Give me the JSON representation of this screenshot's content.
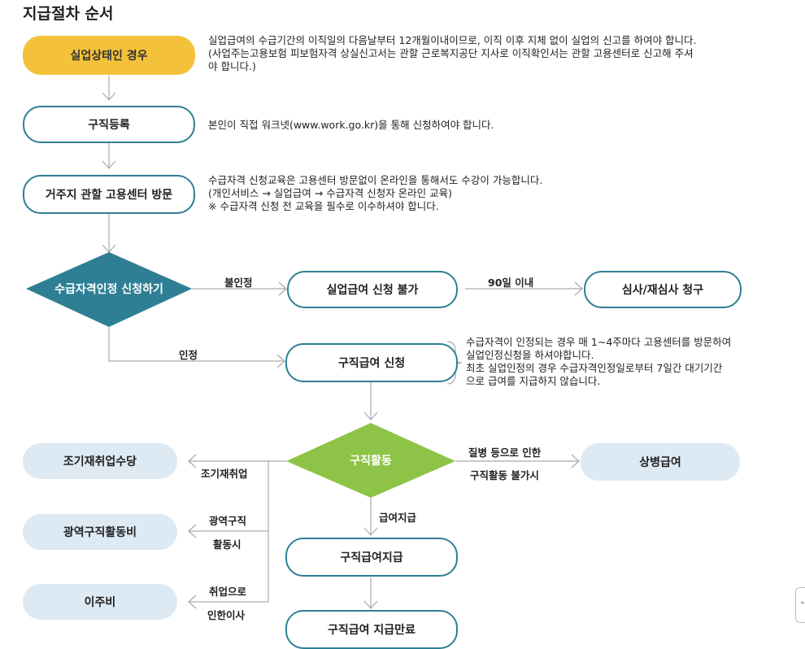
{
  "title": "지급절차 순서",
  "steps": {
    "unemployed": "실업상태인 경우",
    "register": "구직등록",
    "visit": "거주지 관할 고용센터 방문",
    "apply": "수급자격인정 신청하기",
    "notEligible": "실업급여 신청 불가",
    "review": "심사/재심사 청구",
    "jobseekApply": "구직급여 신청",
    "activity": "구직활동",
    "sick": "상병급여",
    "early": "조기재취업수당",
    "wideArea": "광역구직활동비",
    "moving": "이주비",
    "pay": "구직급여지급",
    "end": "구직급여 지급만료"
  },
  "labels": {
    "denied": "불인정",
    "within90": "90일 이내",
    "approved": "인정",
    "sickLine1": "질병 등으로 인한",
    "sickLine2": "구직활동 불가시",
    "earlyReemp": "조기재취업",
    "wideLine1": "광역구직",
    "wideLine2": "활동시",
    "movingLine1": "취업으로",
    "movingLine2": "인한이사",
    "payLabel": "급여지급"
  },
  "descriptions": {
    "d1a": "실업급여의 수급기간의 이직일의 다음날부터 12개월이내이므로, 이직 이후 지체 없이 실업의 신고를 하여야 합니다.",
    "d1b": "(사업주는고용보험 피보험자격 상실신고서는 관할 근로복지공단 지사로 이직확인서는 관할 고용센터로 신고해 주셔",
    "d1c": "야 합니다.)",
    "d2": "본인이 직접 워크넷(www.work.go.kr)을 통해 신청하여야 합니다.",
    "d3a": "수급자격 신청교육은 고용센터 방문없이 온라인을 통해서도 수강이 가능합니다.",
    "d3b": "(개인서비스 → 실업급여 → 수급자격 신청자 온라인 교육)",
    "d3c": "※ 수급자격 신청 전 교육을 필수로 이수하셔야 합니다.",
    "d4a": "수급자격이 인정되는 경우 매 1~4주마다 고용센터를 방문하여",
    "d4b": "실업인정신청을 하셔야합니다.",
    "d4c": "최초 실업인정의 경우 수급자격인정일로부터 7일간 대기기간",
    "d4d": "으로 급여를 지급하지 않습니다."
  },
  "colors": {
    "teal": "#2e7f94",
    "yellow": "#f3c23a",
    "green": "#8dc447",
    "light": "#dde9f3",
    "line": "#aaaaaa"
  }
}
